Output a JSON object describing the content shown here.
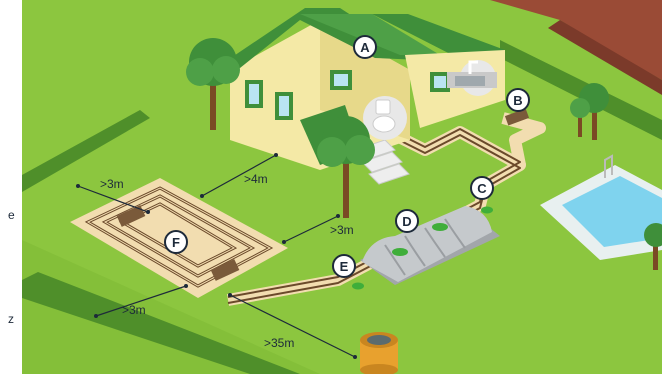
{
  "markers": {
    "house": "A",
    "sink_outlet": "B",
    "inspection_chamber": "C",
    "septic_tank": "D",
    "outlet_chamber": "E",
    "drain_field": "F"
  },
  "distances": {
    "field_to_hedge_top": ">3m",
    "field_to_house": ">4m",
    "tank_to_field": ">3m",
    "field_to_hedge_bottom": ">3m",
    "field_to_well": ">35m"
  },
  "edge_fragments": {
    "right_e": "e",
    "right_z": "z"
  },
  "colors": {
    "lawn": "#8cc63f",
    "lawn_dark": "#6fae2e",
    "hedge": "#4f8f2a",
    "sand": "#f2ddb0",
    "pipe": "#6b4a2b",
    "roof": "#3f8f3a",
    "wall": "#f4e9a6",
    "marker_fill": "#ffffff",
    "marker_stroke": "#1d2a3a",
    "pool_water": "#7fd3ee"
  }
}
